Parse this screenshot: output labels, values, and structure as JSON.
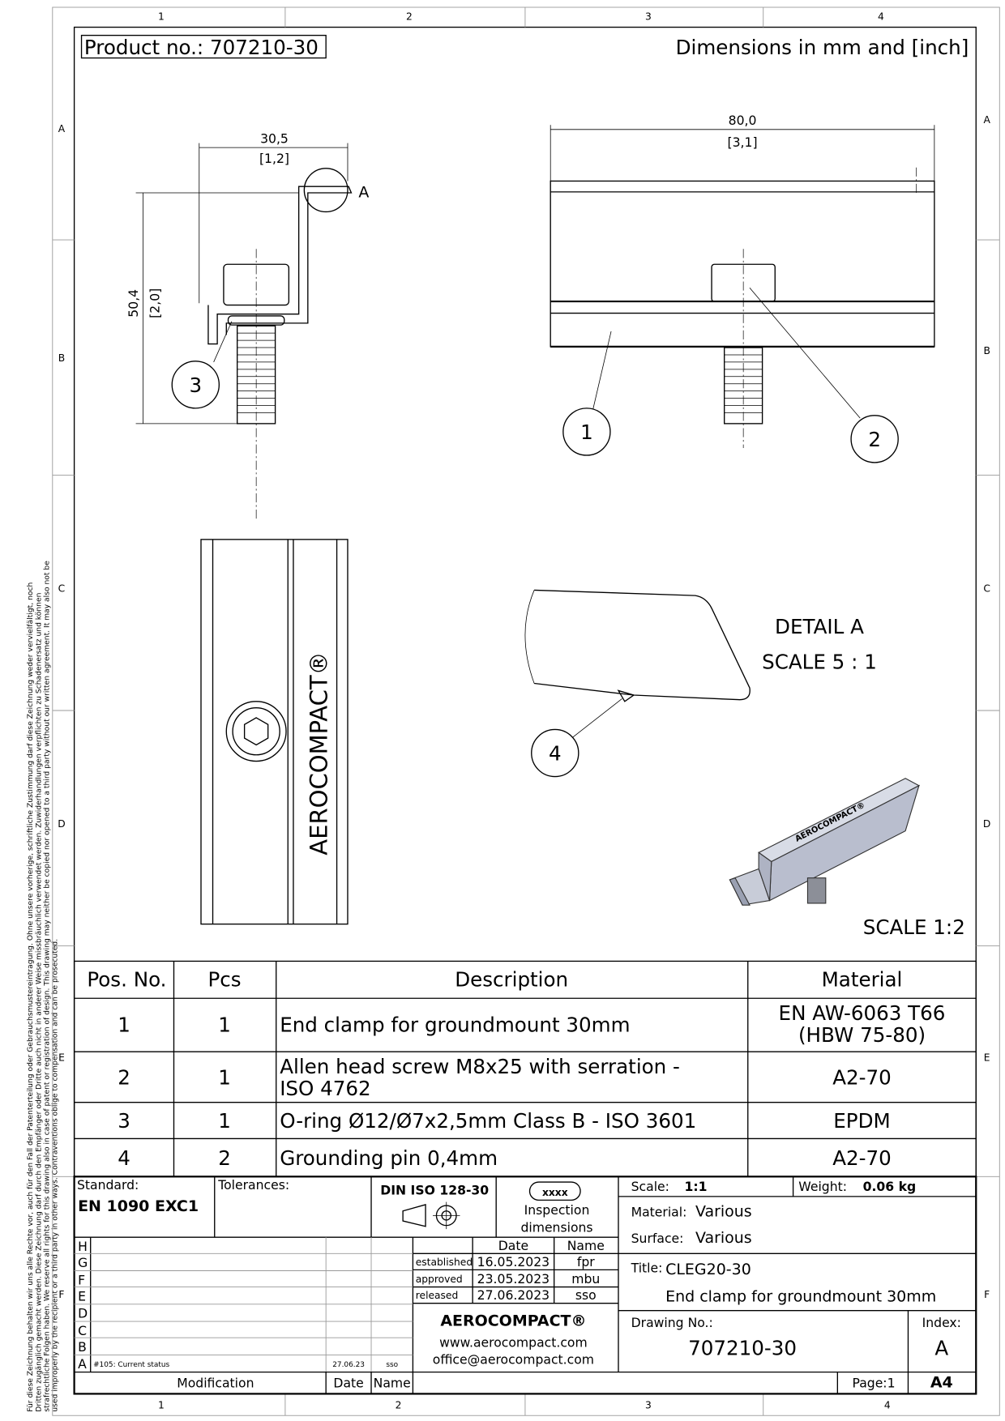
{
  "legal_notice": [
    "Für diese Zeichnung behalten wir uns alle Rechte vor, auch für den Fall der Patenterteilung oder Gebrauchsmustereintragung. Ohne unsere vorherige, schriftliche Zustimmung darf diese Zeichnung weder vervielfältigt, noch",
    "Dritten zugänglich gemacht werden. Diese Zeichnung darf durch den Empfänger oder Dritte auch nicht in anderer Weise missbräuchlich verwendet werden. Zuwiderhandlungen verpflichten zu Schadenersatz und können",
    "strafrechtliche Folgen haben. We reserve all rights for this drawing also in case of patent or registration of design. This drawing may neither be copied nor opened to a third party without our written agreement. It may also not be",
    "used improperly by the recipient or a third party in other ways. Contraventions oblige to compensation and can be prosecuted."
  ],
  "grid": {
    "columns": [
      "1",
      "2",
      "3",
      "4"
    ],
    "rows": [
      "A",
      "B",
      "C",
      "D",
      "E",
      "F"
    ]
  },
  "header": {
    "product_no": "Product no.: 707210-30",
    "units": "Dimensions in mm and [inch]"
  },
  "views": {
    "side": {
      "width_mm": "30,5",
      "width_in": "[1,2]",
      "height_mm": "50,4",
      "height_in": "[2,0]",
      "detail_label": "A"
    },
    "front": {
      "length_mm": "80,0",
      "length_in": "[3,1]"
    },
    "top": {
      "logo": "AEROCOMPACT®"
    },
    "detail": {
      "title": "DETAIL A",
      "scale": "SCALE  5 : 1"
    },
    "iso": {
      "scale": "SCALE 1:2",
      "logo": "AEROCOMPACT®"
    },
    "balloons": [
      "1",
      "2",
      "3",
      "4"
    ]
  },
  "parts_table": {
    "headers": [
      "Pos. No.",
      "Pcs",
      "Description",
      "Material"
    ],
    "rows": [
      {
        "pos": "1",
        "pcs": "1",
        "desc": [
          "End clamp for groundmount 30mm"
        ],
        "material": [
          "EN AW-6063 T66",
          "(HBW 75-80)"
        ]
      },
      {
        "pos": "2",
        "pcs": "1",
        "desc": [
          "Allen head screw M8x25 with serration -",
          "ISO 4762"
        ],
        "material": [
          "A2-70"
        ]
      },
      {
        "pos": "3",
        "pcs": "1",
        "desc": [
          "O-ring Ø12/Ø7x2,5mm Class B - ISO 3601"
        ],
        "material": [
          "EPDM"
        ]
      },
      {
        "pos": "4",
        "pcs": "2",
        "desc": [
          "Grounding pin 0,4mm"
        ],
        "material": [
          "A2-70"
        ]
      }
    ]
  },
  "title_block": {
    "standard_label": "Standard:",
    "standard": "EN 1090 EXC1",
    "tolerances_label": "Tolerances:",
    "din": "DIN ISO 128-30",
    "inspection_badge": "xxxx",
    "inspection_label": [
      "Inspection",
      "dimensions"
    ],
    "scale_label": "Scale:",
    "scale": "1:1",
    "weight_label": "Weight:",
    "weight": "0.06 kg",
    "material_label": "Material:",
    "material": "Various",
    "surface_label": "Surface:",
    "surface": "Various",
    "title_label": "Title:",
    "title": "CLEG20-30",
    "subtitle": "End clamp for groundmount 30mm",
    "drawing_no_label": "Drawing No.:",
    "drawing_no": "707210-30",
    "index_label": "Index:",
    "index": "A",
    "page": "Page:1",
    "format": "A4",
    "revisions": [
      {
        "letter": "H",
        "desc": "",
        "date": "",
        "name": ""
      },
      {
        "letter": "G",
        "desc": "",
        "date": "",
        "name": ""
      },
      {
        "letter": "F",
        "desc": "",
        "date": "",
        "name": ""
      },
      {
        "letter": "E",
        "desc": "",
        "date": "",
        "name": ""
      },
      {
        "letter": "D",
        "desc": "",
        "date": "",
        "name": ""
      },
      {
        "letter": "C",
        "desc": "",
        "date": "",
        "name": ""
      },
      {
        "letter": "B",
        "desc": "",
        "date": "",
        "name": ""
      },
      {
        "letter": "A",
        "desc": "#105: Current status",
        "date": "27.06.23",
        "name": "sso"
      }
    ],
    "revision_footer": {
      "modification": "Modification",
      "date": "Date",
      "name": "Name"
    },
    "approval_headers": {
      "date": "Date",
      "name": "Name"
    },
    "approvals": [
      {
        "label": "established",
        "date": "16.05.2023",
        "name": "fpr"
      },
      {
        "label": "approved",
        "date": "23.05.2023",
        "name": "mbu"
      },
      {
        "label": "released",
        "date": "27.06.2023",
        "name": "sso"
      }
    ],
    "company": "AEROCOMPACT®",
    "website": "www.aerocompact.com",
    "email": "office@aerocompact.com"
  }
}
